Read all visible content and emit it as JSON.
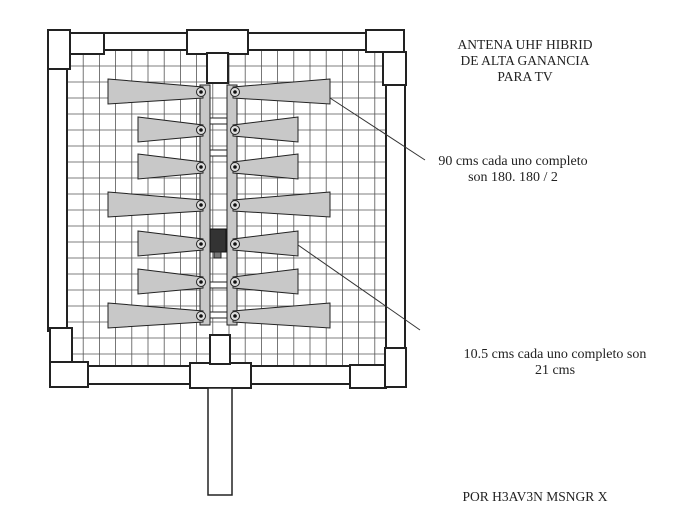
{
  "title": {
    "line1": "ANTENA UHF HIBRID",
    "line2": "DE ALTA GANANCIA",
    "line3": "PARA TV"
  },
  "annotations": {
    "long_elements": {
      "line1": "90 cms cada uno completo",
      "line2": "son 180. 180 / 2"
    },
    "short_elements": {
      "line1": "10.5 cms cada uno completo son",
      "line2": "21 cms"
    }
  },
  "credit": "POR H3AV3N MSNGR X",
  "colors": {
    "element_fill": "#c8c8c8",
    "stroke": "#222222",
    "grid": "#555555",
    "balun": "#333333"
  }
}
